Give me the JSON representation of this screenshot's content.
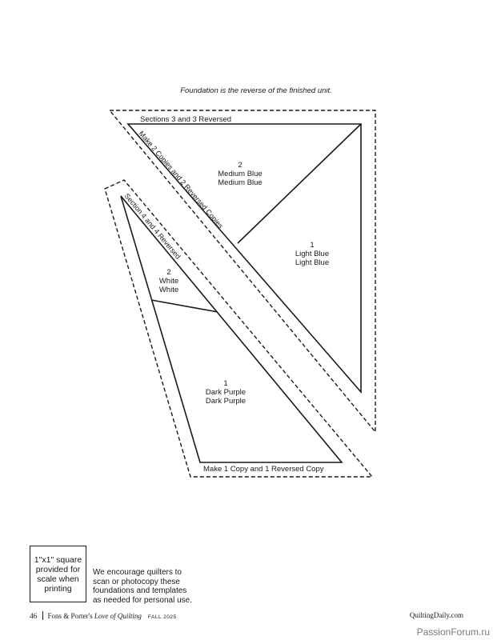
{
  "note": "Foundation is the reverse of the finished unit.",
  "upper_unit": {
    "title": "Sections 3 and 3 Reversed",
    "instruction": "Make 2 Copies and 2 Reversed Copies",
    "piece_2": {
      "number": "2",
      "line1": "Medium Blue",
      "line2": "Medium Blue"
    },
    "piece_1": {
      "number": "1",
      "line1": "Light Blue",
      "line2": "Light Blue"
    }
  },
  "lower_unit": {
    "title": "Section 4 and 4 Reversed",
    "instruction": "Make 1 Copy and 1 Reversed Copy",
    "piece_2": {
      "number": "2",
      "line1": "White",
      "line2": "White"
    },
    "piece_1": {
      "number": "1",
      "line1": "Dark Purple",
      "line2": "Dark Purple"
    }
  },
  "scale_box": {
    "line1": "1\"x1\" square",
    "line2": "provided for",
    "line3": "scale when",
    "line4": "printing"
  },
  "encourage": {
    "line1": "We encourage quilters to",
    "line2": "scan or photocopy these",
    "line3": "foundations and templates",
    "line4": "as needed for personal use."
  },
  "footer": {
    "page_number": "46",
    "publication_prefix": "Fons & Porter's",
    "publication_italic": "Love of Quilting",
    "season": "FALL 2025",
    "website": "QuiltingDaily.com"
  },
  "watermark": "PassionForum.ru"
}
